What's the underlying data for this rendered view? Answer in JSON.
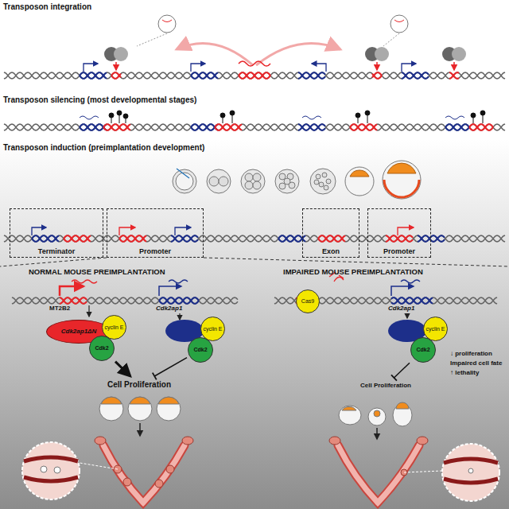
{
  "diagram": {
    "nodes": [
      {
        "text": [
          "Terminator"
        ]
      },
      {
        "text": [
          "Promoter"
        ]
      },
      {
        "text": [
          "Exon"
        ]
      },
      {
        "text": [
          "Promoter"
        ]
      },
      {
        "text": [
          "Cdk2ap1ΔN"
        ]
      },
      {
        "text": [
          "cyclin E"
        ]
      },
      {
        "text": [
          "Cdk2"
        ]
      },
      {
        "text": [
          "cyclin E"
        ]
      },
      {
        "text": [
          "Cdk2"
        ]
      },
      {
        "text": [
          "Cell Proliferation"
        ]
      },
      {
        "text": [
          "cyclin E"
        ]
      },
      {
        "text": [
          "Cdk2"
        ]
      },
      {
        "text": [
          "Cell Proliferation"
        ]
      },
      {
        "text": [
          "Cas9"
        ]
      }
    ],
    "edges": [
      {
        "from": 6,
        "to": 9,
        "arrow": "to"
      },
      {
        "from": 8,
        "to": 9,
        "arrow": "none"
      },
      {
        "from": 11,
        "to": 12,
        "arrow": "none"
      }
    ],
    "labels": [
      "Transposon integration",
      "Transposon silencing (most developmental stages)",
      "Transposon induction (preimplantation development)",
      "NORMAL MOUSE PREIMPLANTATION",
      "IMPAIRED MOUSE PREIMPLANTATION",
      "MT2B2",
      "Cdk2ap1",
      "Cdk2ap1",
      "↓ proliferation",
      "Impaired cell fate",
      "↑ lethality"
    ]
  }
}
